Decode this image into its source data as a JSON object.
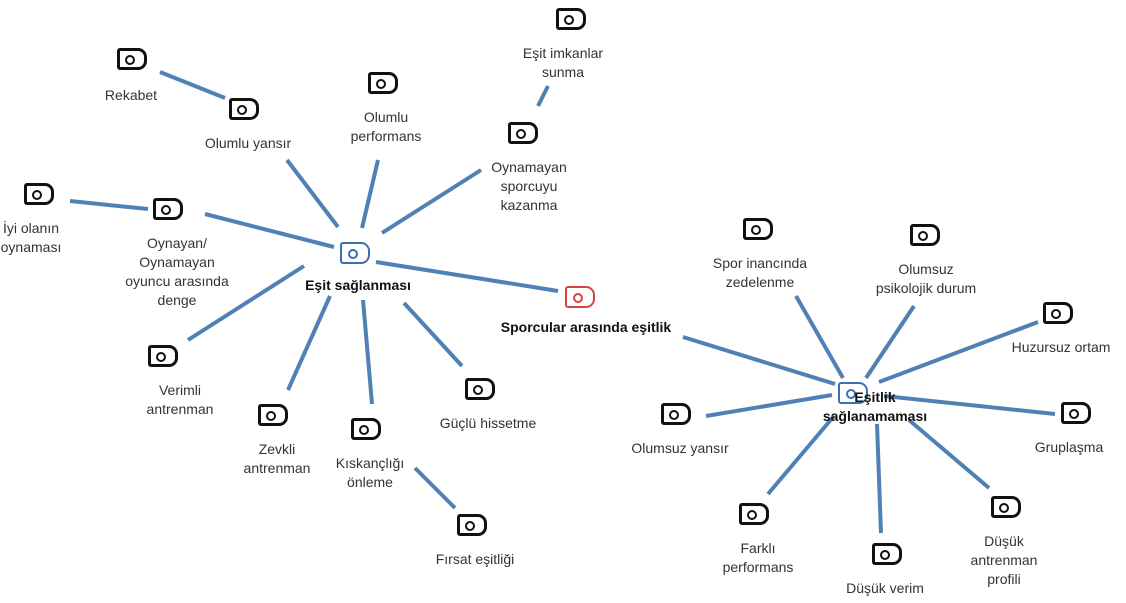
{
  "nodes": {
    "sporcular": {
      "label": [
        "Sporcular arasında eşitlik"
      ],
      "color": "#d64541"
    },
    "esit": {
      "label": [
        "Eşit sağlanması"
      ],
      "color": "#3a6fb0"
    },
    "esitlik_yok": {
      "label": [
        "Eşitlik",
        "sağlanamaması"
      ],
      "color": "#3a6fb0"
    },
    "rekabet": {
      "label": [
        "Rekabet"
      ]
    },
    "olumlu_yansir": {
      "label": [
        "Olumlu yansır"
      ]
    },
    "olumlu_performans": {
      "label": [
        "Olumlu",
        "performans"
      ]
    },
    "esit_imkanlar": {
      "label": [
        "Eşit imkanlar",
        "sunma"
      ]
    },
    "oynamayan_sporcuyu": {
      "label": [
        "Oynamayan",
        "sporcuyu",
        "kazanma"
      ]
    },
    "iyi_olanin": {
      "label": [
        "İyi olanın",
        "oynaması"
      ]
    },
    "oynayan": {
      "label": [
        "Oynayan/",
        "Oynamayan",
        "oyuncu arasında",
        "denge"
      ]
    },
    "verimli": {
      "label": [
        "Verimli",
        "antrenman"
      ]
    },
    "zevkli": {
      "label": [
        "Zevkli",
        "antrenman"
      ]
    },
    "kiskanclik": {
      "label": [
        "Kıskançlığı",
        "önleme"
      ]
    },
    "firsat": {
      "label": [
        "Fırsat eşitliği"
      ]
    },
    "guclu": {
      "label": [
        "Güçlü hissetme"
      ]
    },
    "spor_inanc": {
      "label": [
        "Spor inancında",
        "zedelenme"
      ]
    },
    "olumsuz_psiko": {
      "label": [
        "Olumsuz",
        "psikolojik durum"
      ]
    },
    "huzursuz": {
      "label": [
        "Huzursuz ortam"
      ]
    },
    "gruplasma": {
      "label": [
        "Gruplaşma"
      ]
    },
    "dusuk_antrenman": {
      "label": [
        "Düşük",
        "antrenman",
        "profili"
      ]
    },
    "dusuk_verim": {
      "label": [
        "Düşük verim"
      ]
    },
    "farkli": {
      "label": [
        "Farklı",
        "performans"
      ]
    },
    "olumsuz_yansir": {
      "label": [
        "Olumsuz yansır"
      ]
    }
  },
  "edge_color": "#4f81b5",
  "edges": [
    [
      "rekabet",
      "olumlu_yansir"
    ],
    [
      "olumlu_yansir",
      "esit"
    ],
    [
      "olumlu_performans",
      "esit"
    ],
    [
      "esit_imkanlar",
      "oynamayan_sporcuyu"
    ],
    [
      "oynamayan_sporcuyu",
      "esit"
    ],
    [
      "iyi_olanin",
      "oynayan"
    ],
    [
      "oynayan",
      "esit"
    ],
    [
      "esit",
      "verimli"
    ],
    [
      "esit",
      "zevkli"
    ],
    [
      "esit",
      "kiskanclik"
    ],
    [
      "kiskanclik",
      "firsat"
    ],
    [
      "esit",
      "guclu"
    ],
    [
      "esit",
      "sporcular"
    ],
    [
      "sporcular",
      "esitlik_yok"
    ],
    [
      "spor_inanc",
      "esitlik_yok"
    ],
    [
      "olumsuz_psiko",
      "esitlik_yok"
    ],
    [
      "huzursuz",
      "esitlik_yok"
    ],
    [
      "gruplasma",
      "esitlik_yok"
    ],
    [
      "dusuk_antrenman",
      "esitlik_yok"
    ],
    [
      "dusuk_verim",
      "esitlik_yok"
    ],
    [
      "farkli",
      "esitlik_yok"
    ],
    [
      "olumsuz_yansir",
      "esitlik_yok"
    ]
  ]
}
